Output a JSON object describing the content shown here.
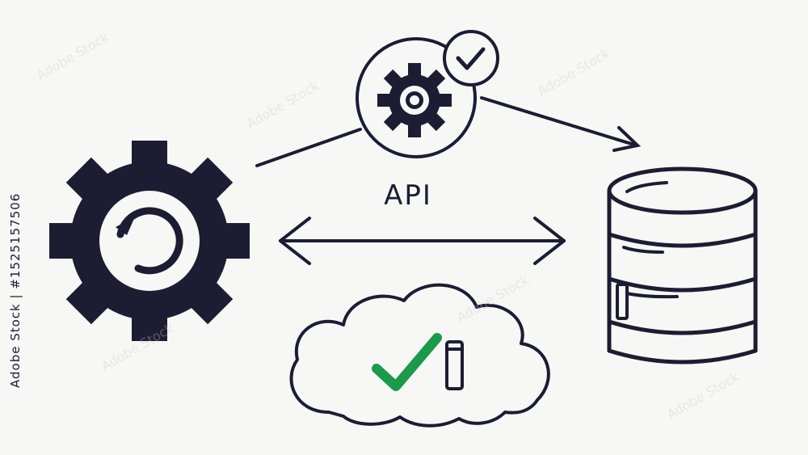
{
  "diagram": {
    "api_label": "API",
    "side_id": "Adobe Stock | #1525157506",
    "watermark": "Adobe Stock",
    "colors": {
      "ink": "#1c1d33",
      "check_green": "#1a9a4a",
      "background": "#f7f7f5"
    },
    "icons": {
      "left": "gear-sync-icon",
      "top": "gear-check-badge-icon",
      "right": "database-cylinder-icon",
      "bottom": "cloud-check-icon"
    }
  }
}
